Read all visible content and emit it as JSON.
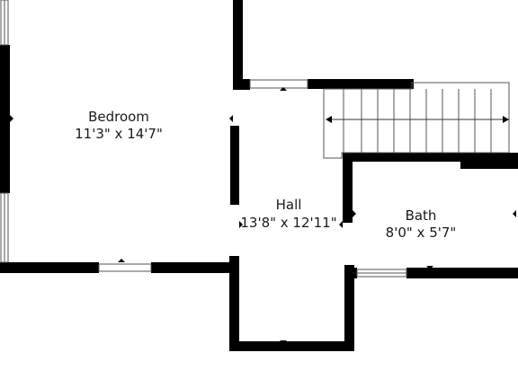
{
  "rooms": {
    "bedroom": {
      "name": "Bedroom",
      "dimensions": "11'3\" x 14'7\""
    },
    "hall": {
      "name": "Hall",
      "dimensions": "13'8\" x 12'11\""
    },
    "bath": {
      "name": "Bath",
      "dimensions": "8'0\" x 5'7\""
    }
  },
  "colors": {
    "wall": "#000000",
    "background": "#ffffff",
    "line": "#555555"
  }
}
